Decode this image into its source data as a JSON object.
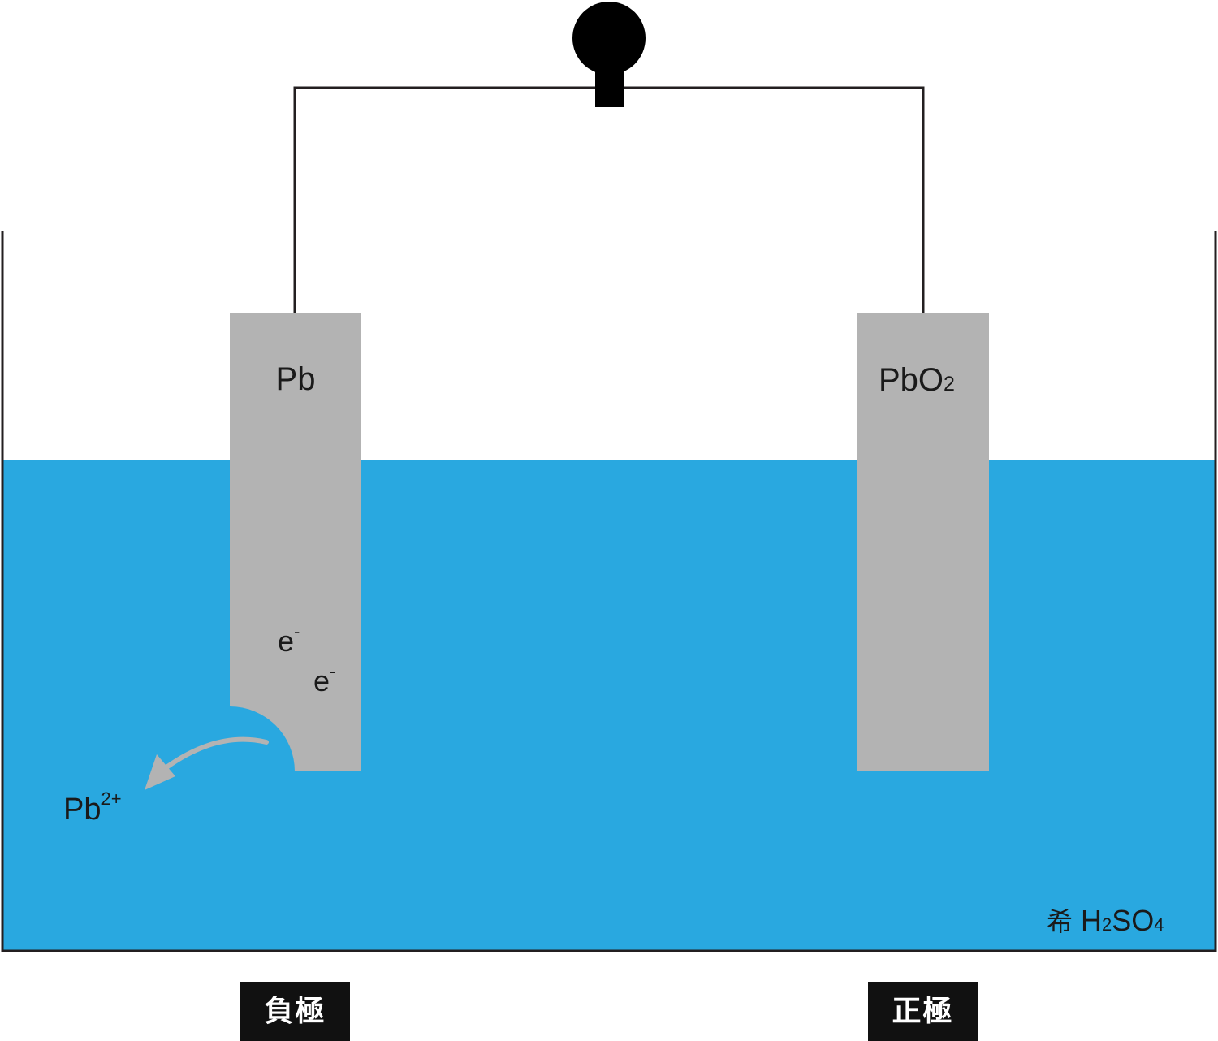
{
  "anode": {
    "material": "Pb",
    "electron_1": "e",
    "electron_2": "e",
    "electron_charge": "-",
    "ion_symbol": "Pb",
    "ion_charge": "2+",
    "pole_label": "負極"
  },
  "cathode": {
    "material_base": "PbO",
    "material_subscript": "2",
    "pole_label": "正極"
  },
  "electrolyte": {
    "prefix": "希",
    "formula_h": "H",
    "formula_h_sub": "2",
    "formula_so": "SO",
    "formula_so_sub": "4"
  },
  "colors": {
    "electrolyte": "#29a8e0",
    "electrode": "#b3b3b3",
    "arrow": "#b3b3b3",
    "wire": "#231f20",
    "label_background": "#111111"
  },
  "icons": {
    "bulb": "light-bulb-icon",
    "arrow": "curved-arrow-icon"
  }
}
